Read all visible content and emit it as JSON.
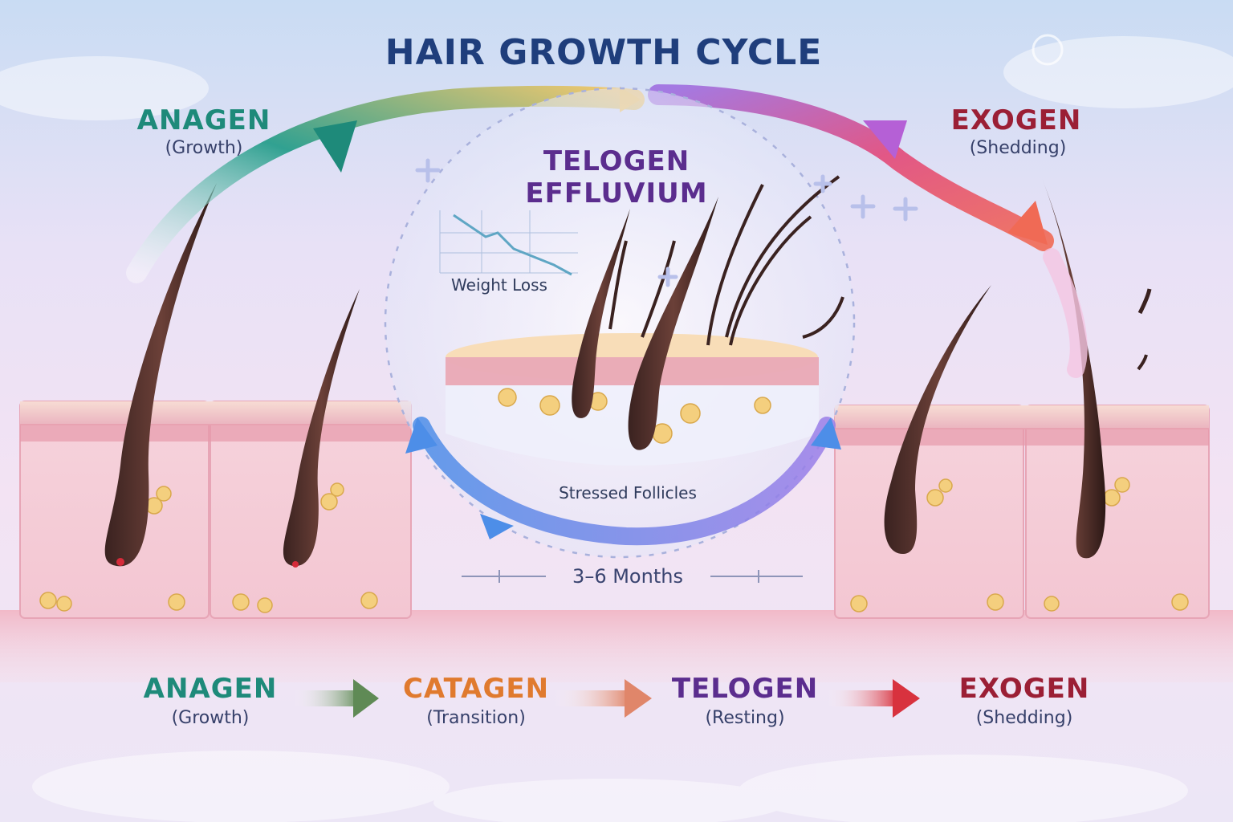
{
  "title": "HAIR GROWTH CYCLE",
  "top_left": {
    "name": "ANAGEN",
    "desc": "(Growth)",
    "color": "#1e8a7a"
  },
  "top_right": {
    "name": "EXOGEN",
    "desc": "(Shedding)",
    "color": "#9b1f35"
  },
  "center": {
    "title_line1": "TELOGEN",
    "title_line2": "EFFLUVIUM",
    "graph_label": "Weight Loss",
    "caption": "Stressed Follicles"
  },
  "duration": "3–6 Months",
  "phases": [
    {
      "name": "ANAGEN",
      "desc": "(Growth)",
      "color": "#1e8a7a"
    },
    {
      "name": "CATAGEN",
      "desc": "(Transition)",
      "color": "#e07a2e"
    },
    {
      "name": "TELOGEN",
      "desc": "(Resting)",
      "color": "#5b2d8e"
    },
    {
      "name": "EXOGEN",
      "desc": "(Shedding)",
      "color": "#9b1f35"
    }
  ]
}
